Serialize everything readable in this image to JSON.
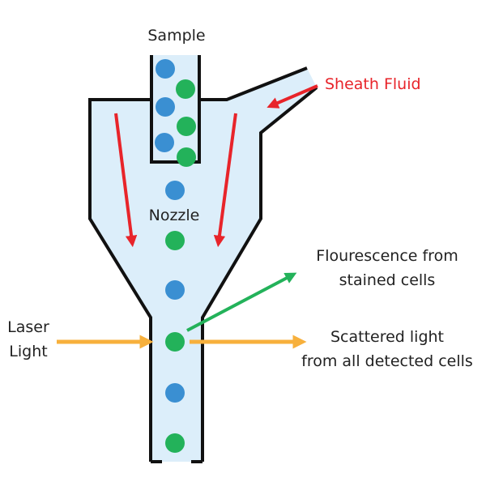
{
  "labels": {
    "sample": "Sample",
    "sheath_fluid": "Sheath Fluid",
    "nozzle": "Nozzle",
    "fluorescence_line1": "Flourescence from",
    "fluorescence_line2": "stained cells",
    "laser_line1": "Laser",
    "laser_line2": "Light",
    "scattered_line1": "Scattered light",
    "scattered_line2": "from all detected cells"
  },
  "colors": {
    "fluid": "#dceefa",
    "outline": "#111111",
    "blue_cell": "#3a8fd2",
    "green_cell": "#23b25a",
    "sheath_arrow": "#e8242a",
    "laser_arrow": "#f7b03c",
    "fluorescence_arrow": "#23b25a",
    "sheath_text": "#e8242a"
  }
}
